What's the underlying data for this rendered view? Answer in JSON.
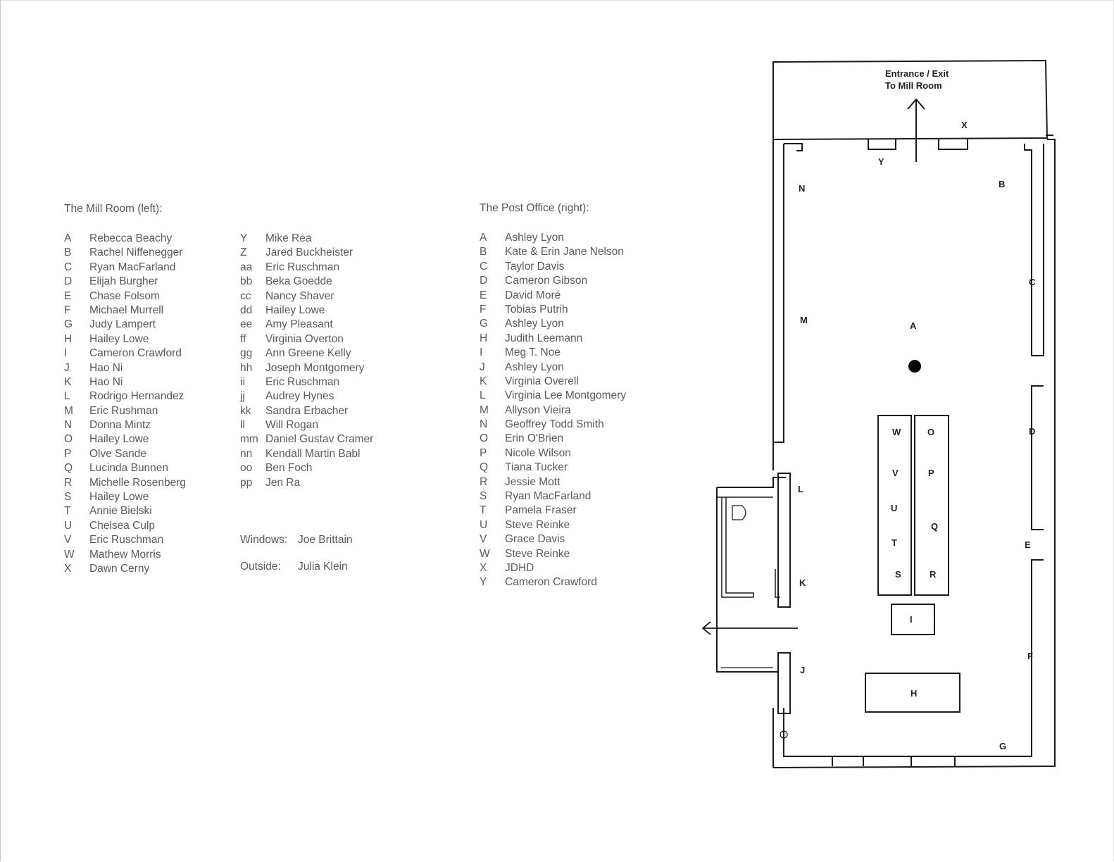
{
  "mill_room": {
    "heading": "The Mill Room (left):",
    "column1": [
      {
        "key": "A",
        "name": "Rebecca Beachy"
      },
      {
        "key": "B",
        "name": "Rachel Niffenegger"
      },
      {
        "key": "C",
        "name": "Ryan MacFarland"
      },
      {
        "key": "D",
        "name": "Elijah Burgher"
      },
      {
        "key": "E",
        "name": "Chase Folsom"
      },
      {
        "key": "F",
        "name": "Michael Murrell"
      },
      {
        "key": "G",
        "name": "Judy Lampert"
      },
      {
        "key": "H",
        "name": "Hailey Lowe"
      },
      {
        "key": "I",
        "name": "Cameron Crawford"
      },
      {
        "key": "J",
        "name": "Hao Ni"
      },
      {
        "key": "K",
        "name": "Hao Ni"
      },
      {
        "key": "L",
        "name": "Rodrigo Hernandez"
      },
      {
        "key": "M",
        "name": "Eric Rushman"
      },
      {
        "key": "N",
        "name": "Donna Mintz"
      },
      {
        "key": "O",
        "name": "Hailey Lowe"
      },
      {
        "key": "P",
        "name": "Olve Sande"
      },
      {
        "key": "Q",
        "name": "Lucinda Bunnen"
      },
      {
        "key": "R",
        "name": "Michelle Rosenberg"
      },
      {
        "key": "S",
        "name": "Hailey Lowe"
      },
      {
        "key": "T",
        "name": "Annie Bielski"
      },
      {
        "key": "U",
        "name": "Chelsea Culp"
      },
      {
        "key": "V",
        "name": "Eric Ruschman"
      },
      {
        "key": "W",
        "name": "Mathew Morris"
      },
      {
        "key": "X",
        "name": "Dawn Cerny"
      }
    ],
    "column2": [
      {
        "key": "Y",
        "name": "Mike Rea"
      },
      {
        "key": "Z",
        "name": "Jared Buckheister"
      },
      {
        "key": "aa",
        "name": "Eric Ruschman"
      },
      {
        "key": "bb",
        "name": "Beka Goedde"
      },
      {
        "key": "cc",
        "name": "Nancy Shaver"
      },
      {
        "key": "dd",
        "name": "Hailey Lowe"
      },
      {
        "key": "ee",
        "name": "Amy Pleasant"
      },
      {
        "key": "ff",
        "name": "Virginia Overton"
      },
      {
        "key": "gg",
        "name": "Ann Greene Kelly"
      },
      {
        "key": "hh",
        "name": "Joseph Montgomery"
      },
      {
        "key": "ii",
        "name": "Eric Ruschman"
      },
      {
        "key": "jj",
        "name": "Audrey Hynes"
      },
      {
        "key": "kk",
        "name": "Sandra Erbacher"
      },
      {
        "key": "ll",
        "name": "Will Rogan"
      },
      {
        "key": "mm",
        "name": "Daniel Gustav Cramer"
      },
      {
        "key": "nn",
        "name": "Kendall Martin Babl"
      },
      {
        "key": "oo",
        "name": "Ben Foch"
      },
      {
        "key": "pp",
        "name": "Jen Ra"
      }
    ],
    "windows": {
      "label": "Windows:",
      "name": "Joe Brittain"
    },
    "outside": {
      "label": "Outside:",
      "name": "Julia Klein"
    }
  },
  "post_office": {
    "heading": "The Post Office (right):",
    "entries": [
      {
        "key": "A",
        "name": "Ashley Lyon"
      },
      {
        "key": "B",
        "name": "Kate & Erin Jane Nelson"
      },
      {
        "key": "C",
        "name": "Taylor Davis"
      },
      {
        "key": "D",
        "name": "Cameron Gibson"
      },
      {
        "key": "E",
        "name": "David Moré"
      },
      {
        "key": "F",
        "name": "Tobias Putrih"
      },
      {
        "key": "G",
        "name": "Ashley Lyon"
      },
      {
        "key": "H",
        "name": "Judith Leemann"
      },
      {
        "key": "I",
        "name": "Meg T. Noe"
      },
      {
        "key": "J",
        "name": "Ashley Lyon"
      },
      {
        "key": "K",
        "name": "Virginia Overell"
      },
      {
        "key": "L",
        "name": "Virginia Lee Montgomery"
      },
      {
        "key": "M",
        "name": "Allyson Vieira"
      },
      {
        "key": "N",
        "name": "Geoffrey Todd Smith"
      },
      {
        "key": "O",
        "name": "Erin O'Brien"
      },
      {
        "key": "P",
        "name": "Nicole Wilson"
      },
      {
        "key": "Q",
        "name": "Tiana Tucker"
      },
      {
        "key": "R",
        "name": "Jessie Mott"
      },
      {
        "key": "S",
        "name": "Ryan MacFarland"
      },
      {
        "key": "T",
        "name": "Pamela Fraser"
      },
      {
        "key": "U",
        "name": "Steve Reinke"
      },
      {
        "key": "V",
        "name": "Grace Davis"
      },
      {
        "key": "W",
        "name": "Steve Reinke"
      },
      {
        "key": "X",
        "name": "JDHD"
      },
      {
        "key": "Y",
        "name": "Cameron Crawford"
      }
    ]
  },
  "floorplan": {
    "entrance_line1": "Entrance / Exit",
    "entrance_line2": "To Mill Room",
    "labels": {
      "A": "A",
      "B": "B",
      "C": "C",
      "D": "D",
      "E": "E",
      "F": "F",
      "G": "G",
      "H": "H",
      "I": "I",
      "J": "J",
      "K": "K",
      "L": "L",
      "M": "M",
      "N": "N",
      "O": "O",
      "P": "P",
      "Q": "Q",
      "R": "R",
      "S": "S",
      "T": "T",
      "U": "U",
      "V": "V",
      "W": "W",
      "X": "X",
      "Y": "Y"
    }
  }
}
